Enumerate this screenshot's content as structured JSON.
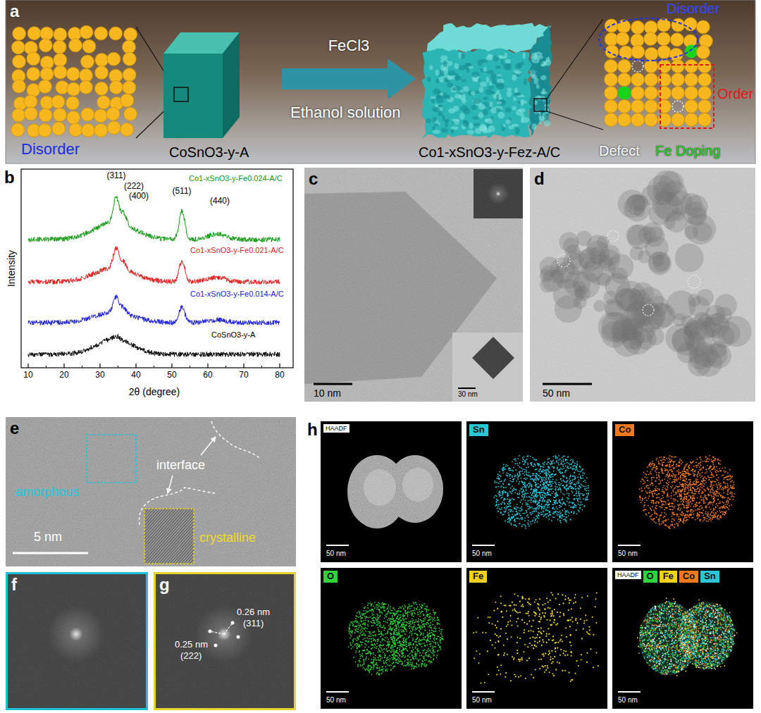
{
  "diagram": {
    "nodes": [
      {
        "text": [
          "a"
        ]
      },
      {
        "text": [
          "CoSnO3-y-A"
        ],
        "in": 0
      },
      {
        "text": [
          "Co1-xSnO3-y-Fez-A/C"
        ],
        "in": 0
      },
      {
        "text": [
          "b"
        ]
      },
      {
        "text": [
          "c"
        ]
      },
      {
        "text": [
          "d"
        ]
      },
      {
        "text": [
          "e"
        ]
      },
      {
        "text": [
          "f"
        ]
      },
      {
        "text": [
          "g"
        ]
      },
      {
        "text": [
          "h"
        ]
      },
      {
        "text": [
          "HAADF"
        ],
        "in": 9
      },
      {
        "text": [
          "Sn"
        ],
        "in": 9
      },
      {
        "text": [
          "Co"
        ],
        "in": 9
      },
      {
        "text": [
          "O"
        ],
        "in": 9
      },
      {
        "text": [
          "Fe"
        ],
        "in": 9
      },
      {
        "text": [
          "HAADF",
          "O",
          "Fe",
          "Co",
          "Sn"
        ],
        "in": 9
      }
    ],
    "edges": [
      {
        "from": 1,
        "to": 2,
        "arrow": "to",
        "label": "FeCl3"
      }
    ],
    "labels": [
      "Disorder",
      "Ethanol solution",
      "Disorder",
      "Order",
      "Defect",
      "Fe Doping",
      "(311)",
      "(222)",
      "(400)",
      "(511)",
      "(440)",
      "Co1-xSnO3-y-Fe0.024-A/C",
      "Co1-xSnO3-y-Fe0.021-A/C",
      "Co1-xSnO3-y-Fe0.014-A/C",
      "CoSnO3-y-A",
      "10",
      "20",
      "30",
      "40",
      "50",
      "60",
      "70",
      "80",
      "Intensity",
      "2θ (degree)",
      "10 nm",
      "30 nm",
      "50 nm",
      "amorphous",
      "interface",
      "crystalline",
      "5 nm",
      "0.26 nm",
      "(311)",
      "0.25 nm",
      "(222)",
      "50 nm",
      "50 nm",
      "50 nm",
      "50 nm",
      "50 nm",
      "50 nm"
    ]
  }
}
